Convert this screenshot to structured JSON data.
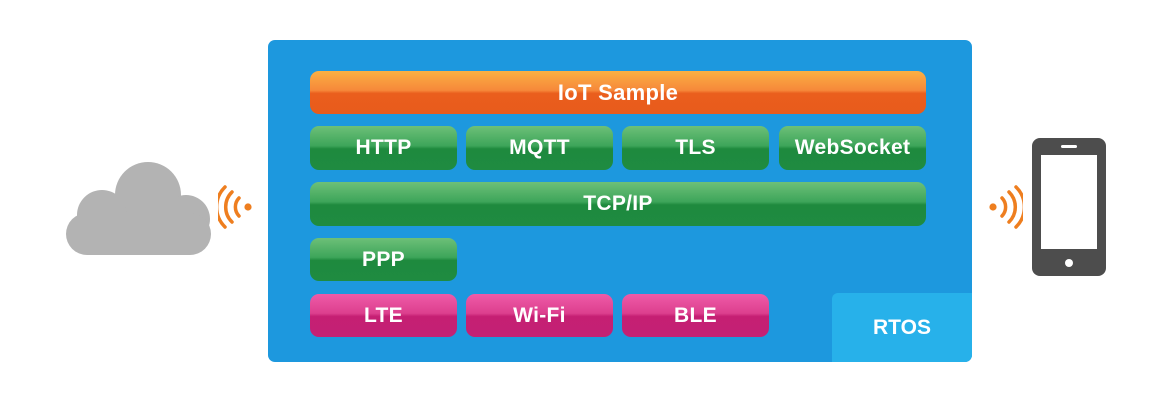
{
  "stack": {
    "app": "IoT Sample",
    "protocols": [
      "HTTP",
      "MQTT",
      "TLS",
      "WebSocket"
    ],
    "transport": "TCP/IP",
    "link": "PPP",
    "radios": [
      "LTE",
      "Wi-Fi",
      "BLE"
    ],
    "os": "RTOS"
  },
  "colors": {
    "panel": "#1d98de",
    "rtos": "#27b1ea",
    "app_block": "#ee6c26",
    "protocol_block": "#2a9a4c",
    "radio_block": "#d2307f",
    "wireless_signal": "#ee7e1f",
    "cloud": "#b3b3b3",
    "phone": "#4d4d4d"
  },
  "icons": {
    "left": "cloud-icon",
    "left_signal": "wireless-signal-icon",
    "right_signal": "wireless-signal-icon",
    "right": "smartphone-icon"
  }
}
